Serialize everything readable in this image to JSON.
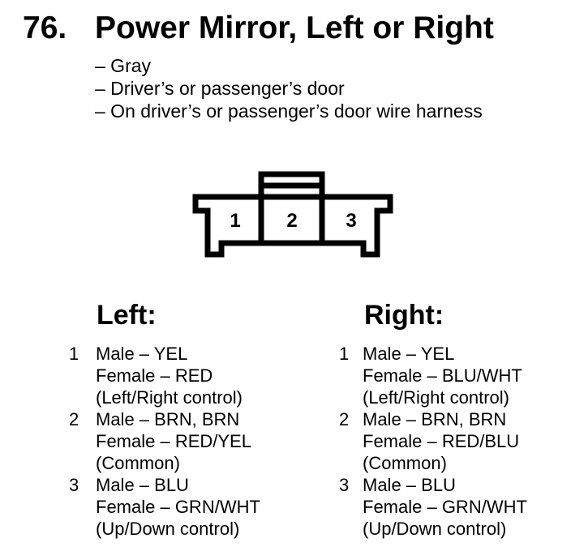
{
  "colors": {
    "ink": "#000000",
    "paper": "#ffffff"
  },
  "header": {
    "section_number": "76.",
    "title": "Power Mirror, Left or Right",
    "notes": [
      "– Gray",
      "– Driver’s or passenger’s door",
      "– On driver’s or passenger’s door wire harness"
    ]
  },
  "connector": {
    "pins": [
      "1",
      "2",
      "3"
    ]
  },
  "pinouts": {
    "left": {
      "heading": "Left:",
      "items": [
        {
          "num": "1",
          "lines": [
            "Male – YEL",
            "Female – RED",
            "(Left/Right control)"
          ]
        },
        {
          "num": "2",
          "lines": [
            "Male – BRN, BRN",
            "Female – RED/YEL",
            "(Common)"
          ]
        },
        {
          "num": "3",
          "lines": [
            "Male – BLU",
            "Female – GRN/WHT",
            "(Up/Down control)"
          ]
        }
      ]
    },
    "right": {
      "heading": "Right:",
      "items": [
        {
          "num": "1",
          "lines": [
            "Male – YEL",
            "Female – BLU/WHT",
            "(Left/Right control)"
          ]
        },
        {
          "num": "2",
          "lines": [
            "Male – BRN, BRN",
            "Female – RED/BLU",
            "(Common)"
          ]
        },
        {
          "num": "3",
          "lines": [
            "Male – BLU",
            "Female – GRN/WHT",
            "(Up/Down control)"
          ]
        }
      ]
    }
  }
}
